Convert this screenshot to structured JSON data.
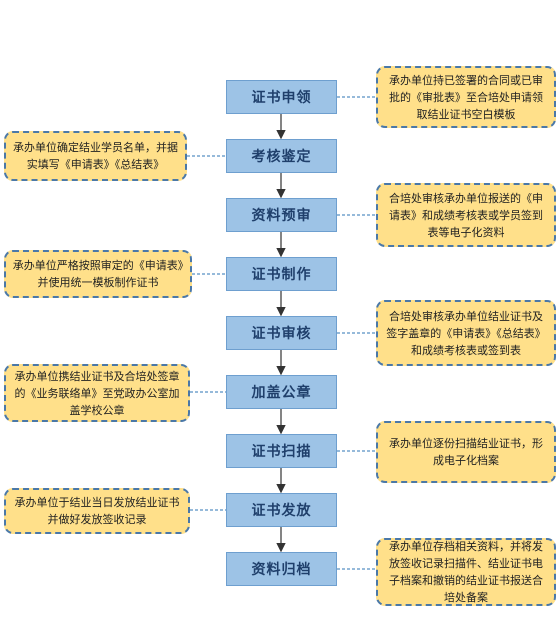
{
  "steps": [
    {
      "label": "证书申领"
    },
    {
      "label": "考核鉴定"
    },
    {
      "label": "资料预审"
    },
    {
      "label": "证书制作"
    },
    {
      "label": "证书审核"
    },
    {
      "label": "加盖公章"
    },
    {
      "label": "证书扫描"
    },
    {
      "label": "证书发放"
    },
    {
      "label": "资料归档"
    }
  ],
  "notes": [
    {
      "side": "right",
      "step": 1,
      "text": "承办单位持已签署的合同或已审批的《审批表》至合培处申请领取结业证书空白模板"
    },
    {
      "side": "left",
      "step": 2,
      "text": "承办单位确定结业学员名单，并据实填写《申请表》《总结表》"
    },
    {
      "side": "right",
      "step": 3,
      "text": "合培处审核承办单位报送的《申请表》和成绩考核表或学员签到表等电子化资料"
    },
    {
      "side": "left",
      "step": 4,
      "text": "承办单位严格按照审定的《申请表》并使用统一模板制作证书"
    },
    {
      "side": "right",
      "step": 5,
      "text": "合培处审核承办单位结业证书及签字盖章的《申请表》《总结表》和成绩考核表或签到表"
    },
    {
      "side": "left",
      "step": 6,
      "text": "承办单位携结业证书及合培处签章的《业务联络单》至党政办公室加盖学校公章"
    },
    {
      "side": "right",
      "step": 7,
      "text": "承办单位逐份扫描结业证书，形成电子化档案"
    },
    {
      "side": "left",
      "step": 8,
      "text": "承办单位于结业当日发放结业证书并做好发放签收记录"
    },
    {
      "side": "right",
      "step": 9,
      "text": "承办单位存档相关资料，并将发放签收记录扫描件、结业证书电子档案和撤销的结业证书报送合培处备案"
    }
  ],
  "colors": {
    "step_fill": "#9dc3e6",
    "step_text": "#1f3f6b",
    "note_fill": "#ffe08a",
    "note_border": "#4a78a8",
    "connector": "#2e75b6",
    "arrow": "#333333"
  }
}
